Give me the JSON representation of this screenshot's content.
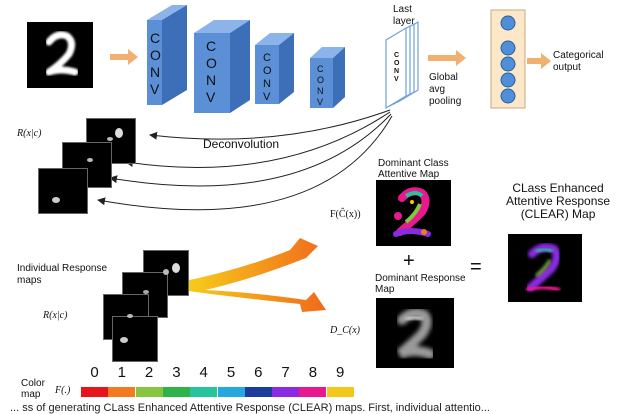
{
  "labels": {
    "conv": "CONV",
    "last_layer_line1": "Last",
    "last_layer_line2": "layer",
    "global_pooling_line1": "Global",
    "global_pooling_line2": "avg",
    "global_pooling_line3": "pooling",
    "categorical_line1": "Categorical",
    "categorical_line2": "output",
    "deconvolution": "Deconvolution",
    "r_x_c_top": "R(x|c)",
    "r_x_c_bottom": "R(x|c)",
    "individual_response_line1": "Individual Response",
    "individual_response_line2": "maps",
    "f_c_hat_x": "F(Ĉ(x))",
    "d_c_x": "D_C(x)",
    "dominant_class_line1": "Dominant Class",
    "dominant_class_line2": "Attentive Map",
    "plus": "+",
    "equals": "=",
    "dominant_response_line1": "Dominant Response",
    "dominant_response_line2": "Map",
    "clear_line1": "CLass Enhanced",
    "clear_line2": "Attentive Response",
    "clear_line3": "(CLEAR) Map",
    "color_map_line1": "Color",
    "color_map_line2": "map",
    "f_dot": "F(.)",
    "caption_fragment": "... ss of generating CLass Enhanced Attentive Response (CLEAR) maps. First, individual attentio..."
  },
  "color_map": {
    "digits": [
      "0",
      "1",
      "2",
      "3",
      "4",
      "5",
      "6",
      "7",
      "8",
      "9"
    ],
    "colors": [
      "#e8141c",
      "#f47a20",
      "#86c540",
      "#2db34a",
      "#27c39a",
      "#25a8e0",
      "#1c3c9c",
      "#8a2be2",
      "#e8188f",
      "#f2c81a"
    ]
  },
  "colors": {
    "conv_front": "#5b8fd6",
    "conv_side": "#3d6fb8",
    "conv_top": "#8cb3ea",
    "output_box": "#fde7c9",
    "node": "#4f8fd9",
    "arrow": "#f0b070"
  }
}
